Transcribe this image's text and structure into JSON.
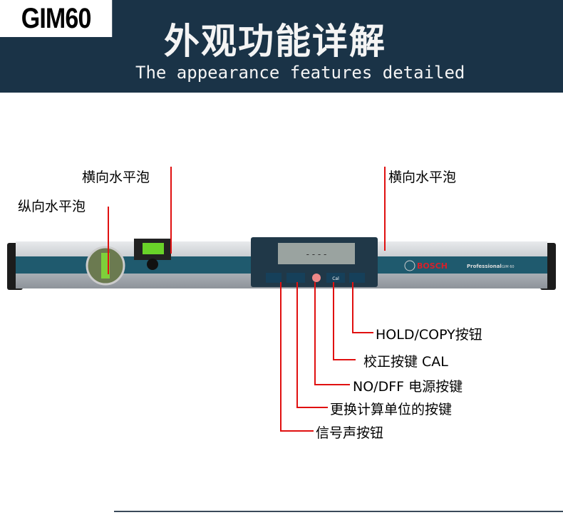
{
  "header": {
    "model": "GIM60",
    "title": "外观功能详解",
    "subtitle": "The appearance features detailed"
  },
  "product": {
    "brand": "BOSCH",
    "series": "Professional",
    "model_small": "GIM 60",
    "display_text": "- - - -",
    "buttons": [
      "Cal"
    ]
  },
  "callouts": {
    "horizontal_vial_left": "横向水平泡",
    "horizontal_vial_right": "横向水平泡",
    "vertical_vial": "纵向水平泡",
    "hold_copy": "HOLD/COPY按钮",
    "calibrate": "校正按键 CAL",
    "power": "NO/DFF 电源按键",
    "unit": "更换计算单位的按键",
    "sound": "信号声按钮"
  },
  "colors": {
    "header": "#1a3347",
    "callout_line": "#e01010",
    "stripe": "#1f5a6e"
  }
}
